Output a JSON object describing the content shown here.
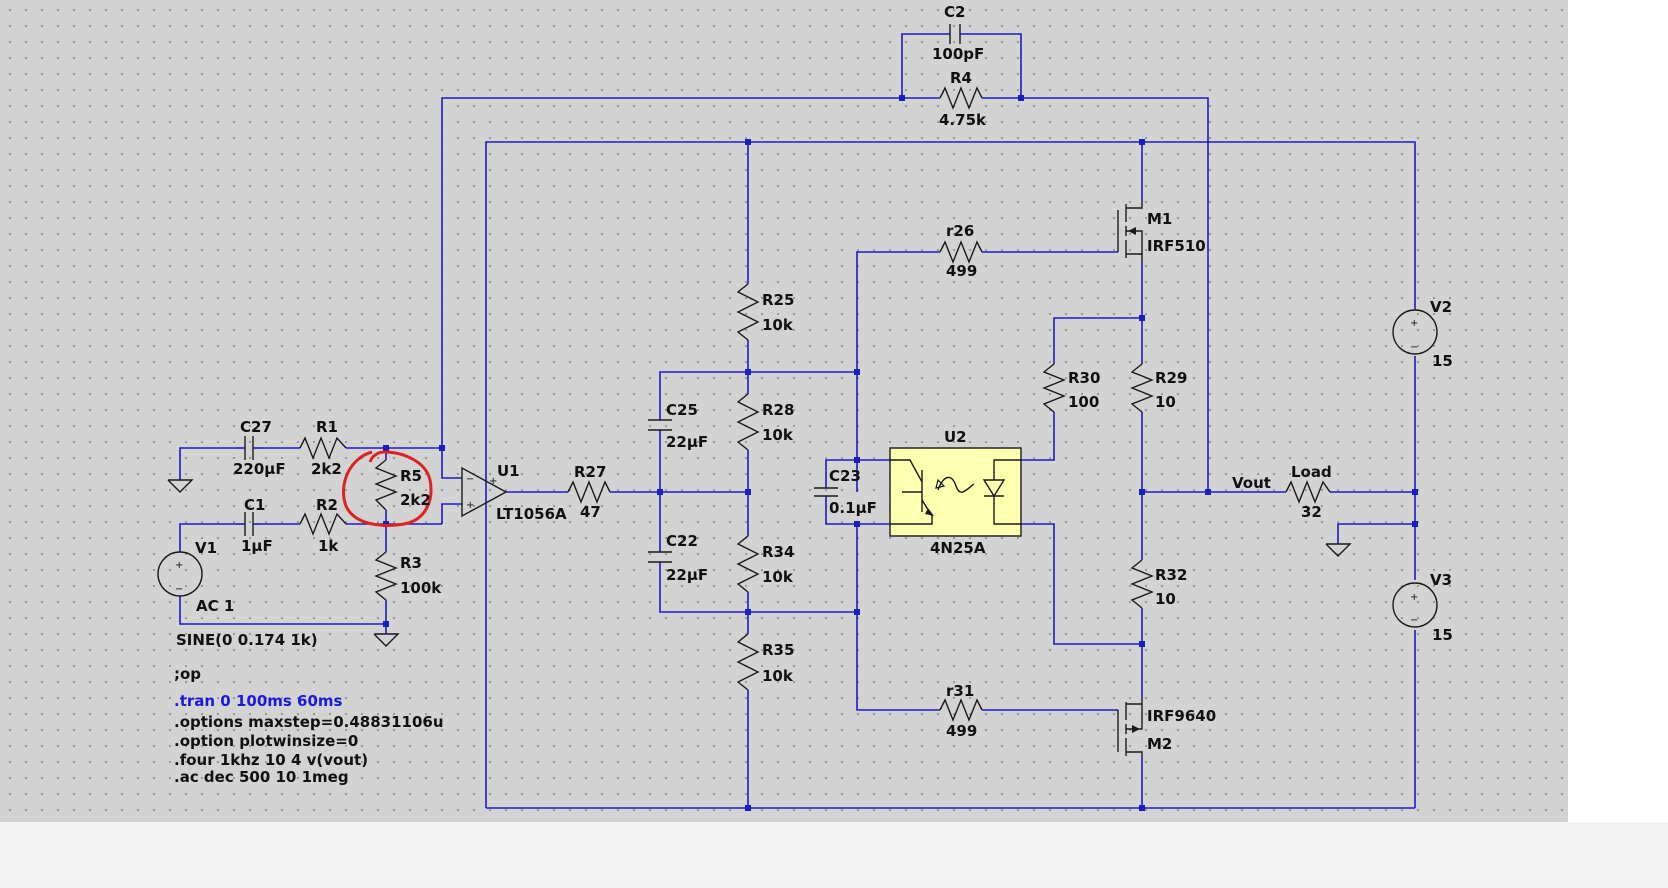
{
  "labels": {
    "C2": "C2",
    "C2_val": "100pF",
    "R4": "R4",
    "R4_val": "4.75k",
    "M1": "M1",
    "M1_val": "IRF510",
    "r26": "r26",
    "r26_val": "499",
    "R25": "R25",
    "R25_val": "10k",
    "V2": "V2",
    "V2_val": "15",
    "R30": "R30",
    "R30_val": "100",
    "R29": "R29",
    "R29_val": "10",
    "R28": "R28",
    "R28_val": "10k",
    "C25": "C25",
    "C25_val": "22µF",
    "C27": "C27",
    "C27_val": "220µF",
    "R1": "R1",
    "R1_val": "2k2",
    "R5": "R5",
    "R5_val": "2k2",
    "U1": "U1",
    "U1_val": "LT1056A",
    "R27": "R27",
    "R27_val": "47",
    "U2": "U2",
    "U2_val": "4N25A",
    "C23": "C23",
    "C23_val": "0.1µF",
    "Vout": "Vout",
    "Load": "Load",
    "Load_val": "32",
    "C1": "C1",
    "C1_val": "1µF",
    "R2": "R2",
    "R2_val": "1k",
    "V1": "V1",
    "V1_ac": "AC 1",
    "V1_sine": "SINE(0 0.174 1k)",
    "R3": "R3",
    "R3_val": "100k",
    "C22": "C22",
    "C22_val": "22µF",
    "R34": "R34",
    "R34_val": "10k",
    "R32": "R32",
    "R32_val": "10",
    "V3": "V3",
    "V3_val": "15",
    "R35": "R35",
    "R35_val": "10k",
    "r31": "r31",
    "r31_val": "499",
    "M2": "M2",
    "M2_val": "IRF9640"
  },
  "directives": {
    "op": ";op",
    "tran": ".tran 0 100ms 60ms",
    "options": ".options maxstep=0.48831106u",
    "option": ".option plotwinsize=0",
    "four": ".four 1khz 10 4 v(vout)",
    "ac": ".ac dec 500 10 1meg"
  },
  "pins": {
    "plus": "+",
    "minus": "−"
  },
  "colors": {
    "wire": "#1c1cc4",
    "component": "#1a1a1a",
    "optocoupler_fill": "#ffffb0",
    "annotation": "#dd2222",
    "directive_blue": "#1a1adf"
  }
}
